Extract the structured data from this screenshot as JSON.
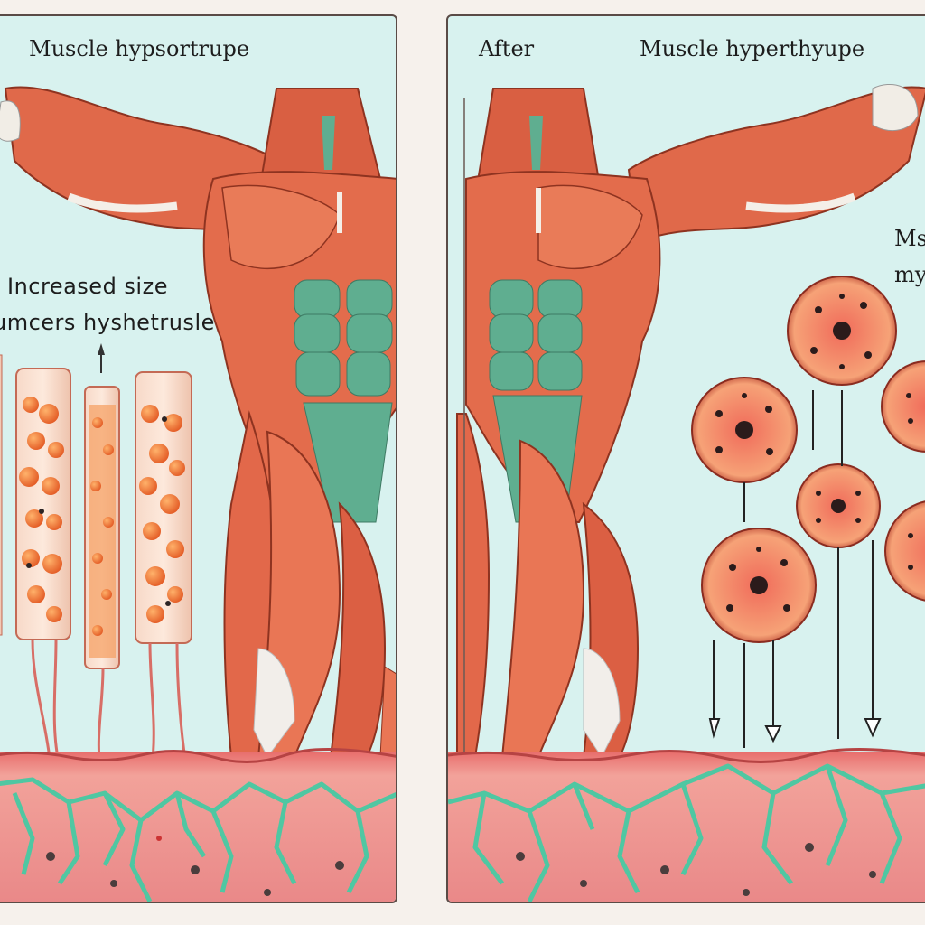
{
  "left": {
    "title": "Muscle hypsortrupe",
    "label_size": "Increased  size",
    "label_cells": "umcers hyshetrusle"
  },
  "right": {
    "after": "After",
    "title": "Muscle hyperthyupe",
    "side_label_1": "Ms",
    "side_label_2": "my"
  },
  "colors": {
    "background": "#d8f2ef",
    "muscle": "#e0694a",
    "muscle_dark": "#a33a26",
    "abs": "#5fae90",
    "vessel": "#4fc7a2",
    "tissue": "#e4817a",
    "cell": "#f07a4f"
  }
}
